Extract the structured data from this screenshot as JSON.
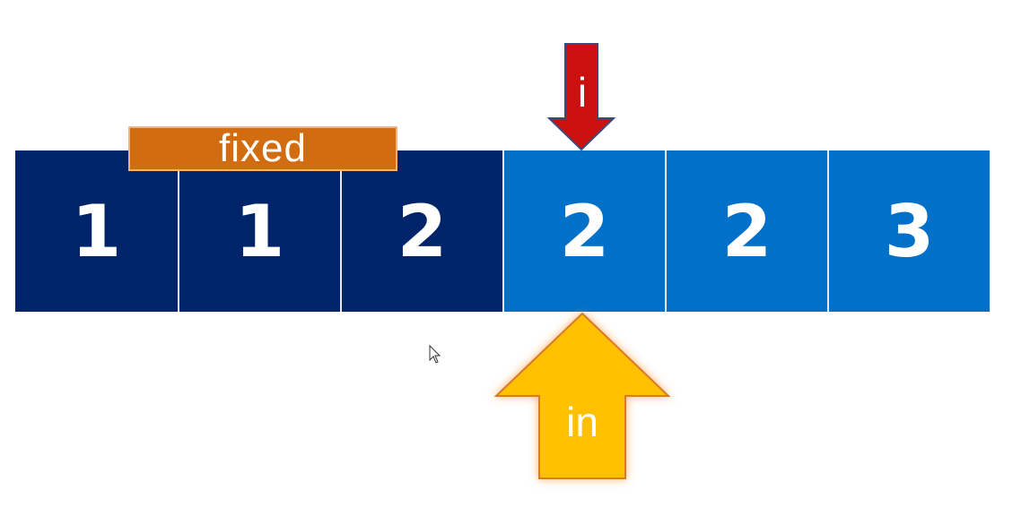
{
  "cells": [
    {
      "value": "1",
      "color": "#002469"
    },
    {
      "value": "1",
      "color": "#002469"
    },
    {
      "value": "2",
      "color": "#002469"
    },
    {
      "value": "2",
      "color": "#0070c9"
    },
    {
      "value": "2",
      "color": "#0070c9"
    },
    {
      "value": "3",
      "color": "#0070c9"
    }
  ],
  "fixed_label": "fixed",
  "pointer_i": {
    "label": "i",
    "color": "#cc1010"
  },
  "pointer_in": {
    "label": "in",
    "color": "#ffc000"
  },
  "colors": {
    "fixed_region": "#002469",
    "unsorted_region": "#0070c9",
    "fixed_bar": "#d26c10",
    "background": "#ffffff"
  }
}
